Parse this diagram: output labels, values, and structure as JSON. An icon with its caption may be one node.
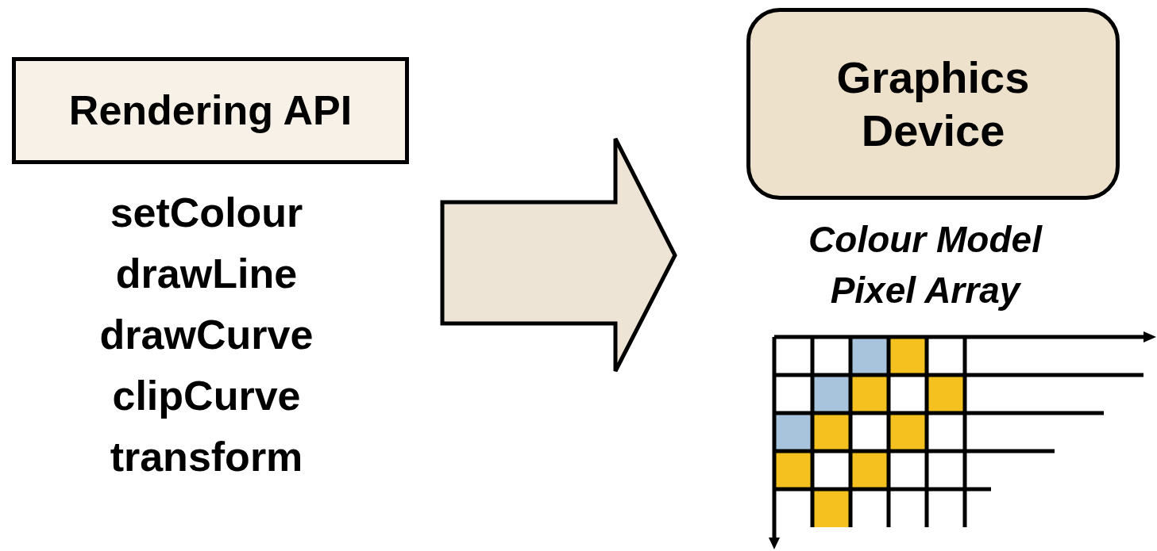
{
  "diagram": {
    "nodes": [
      {
        "text": [
          "Rendering API"
        ],
        "beside": [
          "setColour",
          "drawLine",
          "drawCurve",
          "clipCurve",
          "transform"
        ]
      },
      {
        "text": [
          "Graphics Device"
        ],
        "beside": [
          "Colour Model",
          "Pixel Array"
        ]
      }
    ],
    "edges": [
      {
        "from": 0,
        "to": 1,
        "arrow": "to",
        "style": "thick"
      }
    ]
  }
}
